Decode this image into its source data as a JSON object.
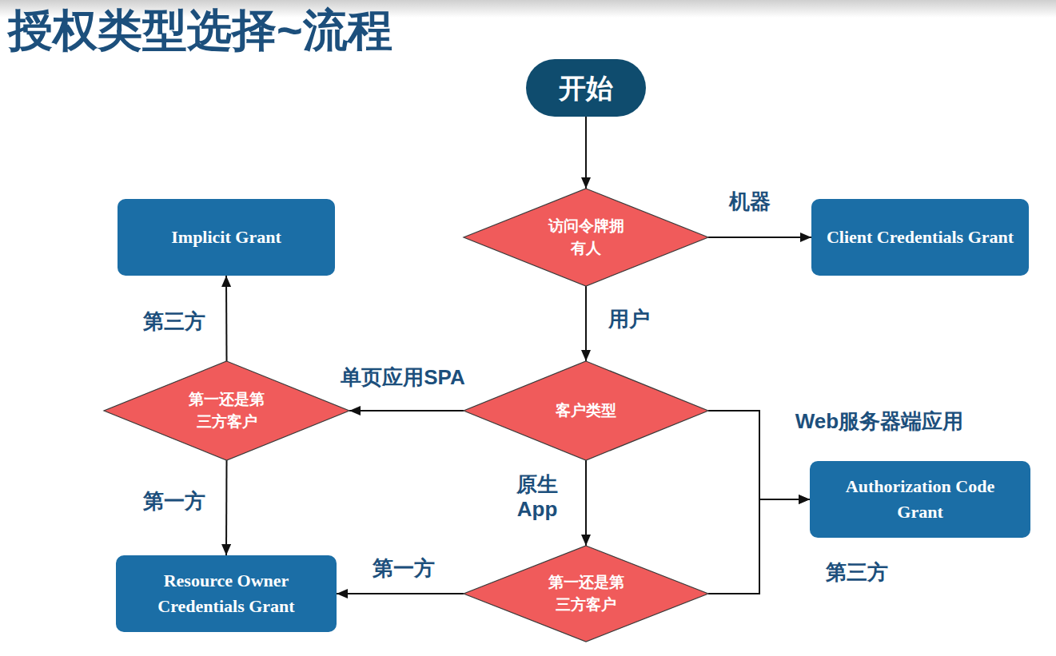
{
  "diagram": {
    "title": "授权类型选择~流程",
    "nodes": [
      {
        "text": [
          "开始"
        ]
      },
      {
        "text": [
          "Implicit Grant"
        ]
      },
      {
        "text": [
          "访问令牌拥有人"
        ]
      },
      {
        "text": [
          "Client Credentials Grant"
        ]
      },
      {
        "text": [
          "第一还是第三方客户"
        ]
      },
      {
        "text": [
          "客户类型"
        ]
      },
      {
        "text": [
          "Authorization Code Grant"
        ]
      },
      {
        "text": [
          "Resource Owner Credentials Grant"
        ]
      },
      {
        "text": [
          "第一还是第三方客户"
        ]
      }
    ],
    "edges": [
      {
        "from": 0,
        "to": 2,
        "arrow": "to"
      },
      {
        "from": 2,
        "to": 3,
        "label": "机器",
        "arrow": "to"
      },
      {
        "from": 2,
        "to": 5,
        "label": "用户",
        "arrow": "to"
      },
      {
        "from": 5,
        "to": 4,
        "label": "单页应用SPA",
        "arrow": "to"
      },
      {
        "from": 4,
        "to": 1,
        "label": "第三方",
        "arrow": "to"
      },
      {
        "from": 4,
        "to": 7,
        "label": "第一方",
        "arrow": "to"
      },
      {
        "from": 5,
        "to": 6,
        "label": "Web服务器端应用",
        "arrow": "to"
      },
      {
        "from": 5,
        "to": 8,
        "label": "原生 App",
        "arrow": "to"
      },
      {
        "from": 8,
        "to": 7,
        "label": "第一方",
        "arrow": "to"
      },
      {
        "from": 8,
        "to": 6,
        "label": "第三方",
        "arrow": "to"
      }
    ]
  }
}
